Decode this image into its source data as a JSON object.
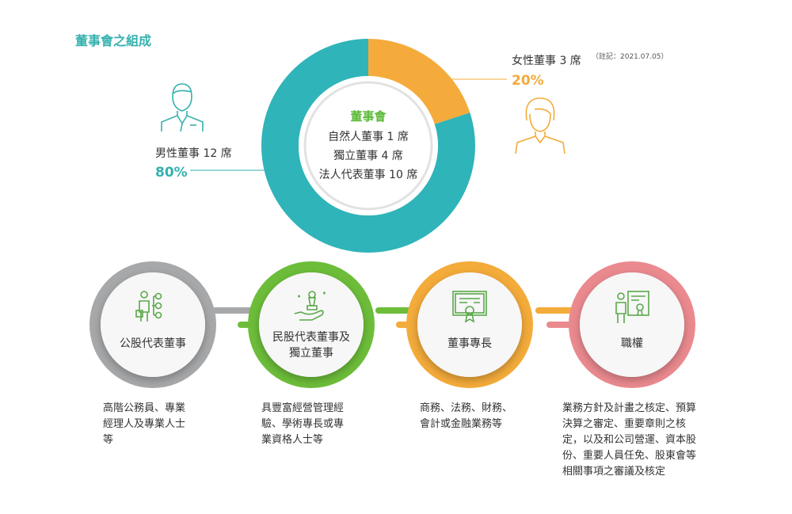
{
  "title": "董事會之組成",
  "board": {
    "center_title": "董事會",
    "lines": [
      "自然人董事 1 席",
      "獨立董事 4 席",
      "法人代表董事 10 席"
    ]
  },
  "chart_data": {
    "type": "pie",
    "title": "",
    "slices": [
      {
        "label": "男性董事 12 席",
        "value": 80,
        "color": "#2fb4b9"
      },
      {
        "label": "女性董事 3 席",
        "value": 20,
        "color": "#f4ab3b"
      }
    ]
  },
  "male": {
    "label": "男性董事 12 席",
    "pct": "80%",
    "color": "#35b1ae",
    "icon": "male-person-icon"
  },
  "female": {
    "label": "女性董事 3 席",
    "note": "（註記：2021.07.05）",
    "pct": "20%",
    "color": "#f3ab3a",
    "icon": "female-person-icon"
  },
  "circles": [
    {
      "label": "公股代表董事",
      "color": "#a6a8aa",
      "icon": "presenter-org-chart-icon",
      "desc": "高階公務員、專業\n經理人及專業人士\n等"
    },
    {
      "label": "民股代表董事及\n獨立董事",
      "color": "#6dbd3a",
      "icon": "hand-chess-piece-icon",
      "desc": "具豐富經營管理經\n驗、學術專長或專\n業資格人士等"
    },
    {
      "label": "董事專長",
      "color": "#f3ab3a",
      "icon": "certificate-icon",
      "desc": "商務、法務、財務、\n會計或金融業務等"
    },
    {
      "label": "職權",
      "color": "#ea8a8f",
      "icon": "presenter-board-icon",
      "desc": "業務方針及計畫之核定、預算\n決算之審定、重要章則之核\n定，以及和公司營運、資本股\n份、重要人員任免、股東會等\n相關事項之審議及核定"
    }
  ]
}
